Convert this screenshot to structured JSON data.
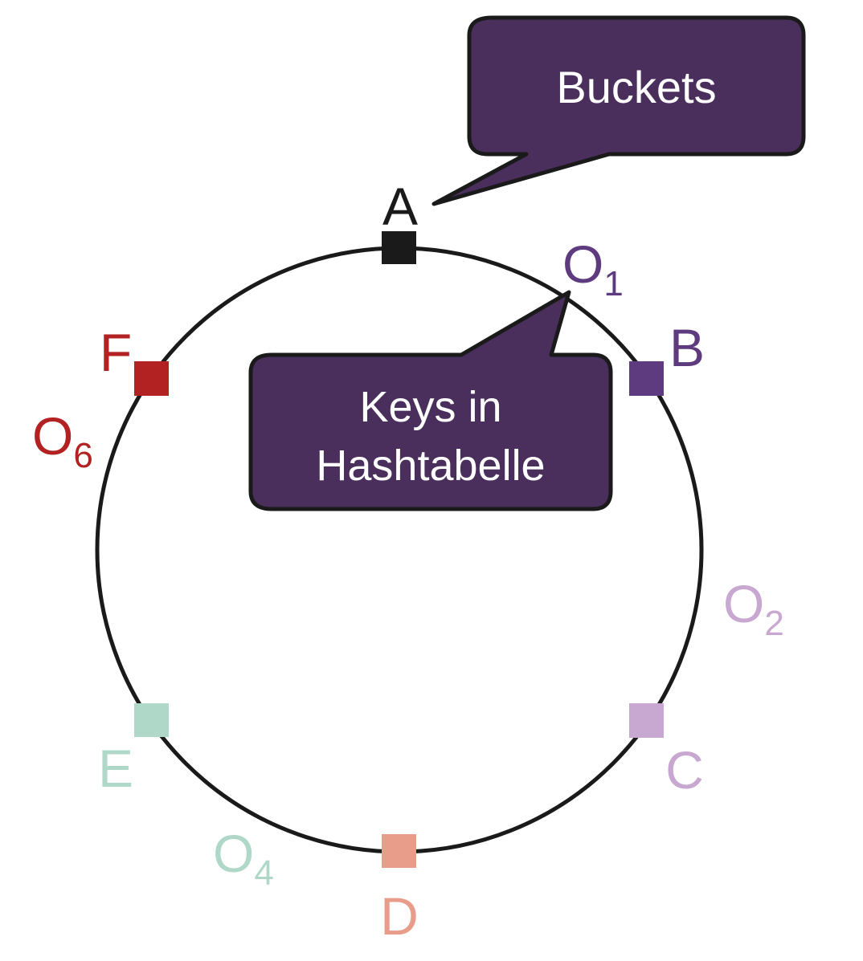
{
  "callouts": {
    "buckets": {
      "text": "Buckets"
    },
    "keys": {
      "line1": "Keys in",
      "line2": "Hashtabelle"
    }
  },
  "buckets": [
    {
      "id": "A",
      "label": "A",
      "color": "#1a1a1a"
    },
    {
      "id": "B",
      "label": "B",
      "color": "#5e3a7e"
    },
    {
      "id": "C",
      "label": "C",
      "color": "#c8a8d0"
    },
    {
      "id": "D",
      "label": "D",
      "color": "#e89c8a"
    },
    {
      "id": "E",
      "label": "E",
      "color": "#b0d8c8"
    },
    {
      "id": "F",
      "label": "F",
      "color": "#b22222"
    }
  ],
  "keys": [
    {
      "id": "O1",
      "letter": "O",
      "sub": "1",
      "color": "#5e3a7e"
    },
    {
      "id": "O2",
      "letter": "O",
      "sub": "2",
      "color": "#c8a8d0"
    },
    {
      "id": "O4",
      "letter": "O",
      "sub": "4",
      "color": "#b0d8c8"
    },
    {
      "id": "O6",
      "letter": "O",
      "sub": "6",
      "color": "#b22222"
    }
  ],
  "colors": {
    "callout_fill": "#4a2e5c",
    "callout_stroke": "#1a1a1a",
    "ring": "#1a1a1a"
  }
}
